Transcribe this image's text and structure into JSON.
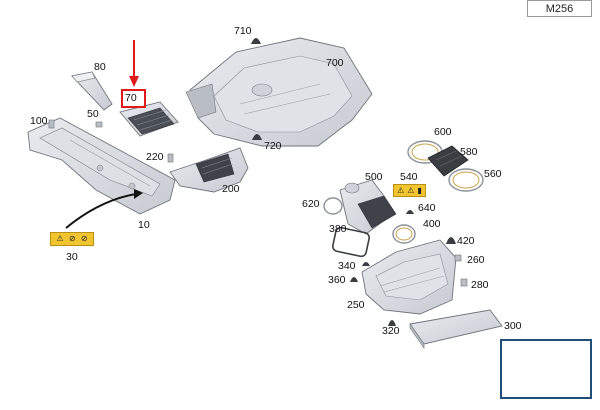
{
  "model_badge": "M256",
  "callouts": {
    "c10": "10",
    "c30": "30",
    "c50": "50",
    "c70": "70",
    "c80": "80",
    "c100": "100",
    "c200": "200",
    "c220": "220",
    "c250": "250",
    "c260": "260",
    "c280": "280",
    "c300": "300",
    "c320": "320",
    "c340": "340",
    "c360": "360",
    "c380": "380",
    "c400": "400",
    "c420": "420",
    "c500": "500",
    "c540": "540",
    "c560": "560",
    "c580": "580",
    "c600": "600",
    "c620": "620",
    "c640": "640",
    "c700": "700",
    "c710": "710",
    "c720": "720"
  },
  "colors": {
    "part_fill": "#d9dce2",
    "part_stroke": "#6f747c",
    "dark_part": "#3a3d42",
    "arrow_red": "#e01b1b",
    "warning_yellow": "#f2c530",
    "inset_border": "#1f4e79"
  },
  "highlighted_callout": "70"
}
